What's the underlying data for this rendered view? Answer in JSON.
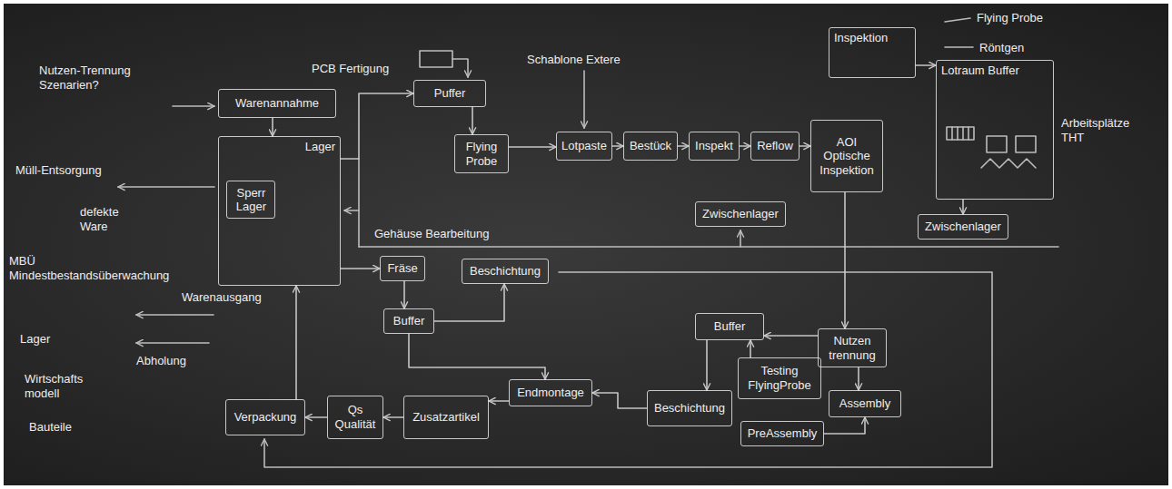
{
  "diagram": {
    "nodes": [
      {
        "text": [
          "Warenannahme"
        ]
      },
      {
        "text": [
          "Lager"
        ]
      },
      {
        "text": [
          "Sperr Lager"
        ],
        "in": 1
      },
      {
        "text": [
          "Puffer"
        ]
      },
      {
        "text": [
          "Flying Probe"
        ]
      },
      {
        "text": [
          "Lotpaste"
        ]
      },
      {
        "text": [
          "Bestück"
        ]
      },
      {
        "text": [
          "Inspekt"
        ]
      },
      {
        "text": [
          "Reflow"
        ]
      },
      {
        "text": [
          "AOI Optische Inspektion"
        ]
      },
      {
        "text": [
          "Zwischenlager"
        ]
      },
      {
        "text": [
          "Inspektion"
        ]
      },
      {
        "text": [
          "Lotraum Buffer"
        ]
      },
      {
        "text": [
          "Zwischenlager"
        ]
      },
      {
        "text": [
          "Fräse"
        ]
      },
      {
        "text": [
          "Beschichtung"
        ]
      },
      {
        "text": [
          "Buffer"
        ]
      },
      {
        "text": [
          "Endmontage"
        ]
      },
      {
        "text": [
          "Zusatzartikel"
        ]
      },
      {
        "text": [
          "Qs Qualität"
        ]
      },
      {
        "text": [
          "Verpackung"
        ]
      },
      {
        "text": [
          "Buffer"
        ]
      },
      {
        "text": [
          "Nutzen trennung"
        ]
      },
      {
        "text": [
          "Testing",
          "FlyingProbe"
        ]
      },
      {
        "text": [
          "Beschichtung"
        ]
      },
      {
        "text": [
          "Assembly"
        ]
      },
      {
        "text": [
          "PreAssembly"
        ]
      }
    ],
    "edges": [
      {
        "from": 0,
        "to": 1,
        "arrow": "to"
      },
      {
        "from": 1,
        "to": 3,
        "arrow": "to"
      },
      {
        "from": 3,
        "to": 4,
        "arrow": "to"
      },
      {
        "from": 4,
        "to": 5,
        "arrow": "to"
      },
      {
        "from": 5,
        "to": 6,
        "arrow": "to"
      },
      {
        "from": 6,
        "to": 7,
        "arrow": "to"
      },
      {
        "from": 7,
        "to": 8,
        "arrow": "to"
      },
      {
        "from": 8,
        "to": 9,
        "arrow": "to"
      },
      {
        "from": 9,
        "to": 22,
        "arrow": "to"
      },
      {
        "from": 11,
        "to": 12,
        "arrow": "to"
      },
      {
        "from": 12,
        "to": 13,
        "arrow": "to"
      },
      {
        "from": 1,
        "to": 14,
        "arrow": "to"
      },
      {
        "from": 14,
        "to": 16,
        "arrow": "to"
      },
      {
        "from": 16,
        "to": 15,
        "arrow": "to"
      },
      {
        "from": 16,
        "to": 17,
        "arrow": "to"
      },
      {
        "from": 17,
        "to": 18,
        "arrow": "to"
      },
      {
        "from": 18,
        "to": 19,
        "arrow": "to"
      },
      {
        "from": 19,
        "to": 20,
        "arrow": "to"
      },
      {
        "from": 20,
        "to": 1,
        "arrow": "to"
      },
      {
        "from": 22,
        "to": 25,
        "arrow": "to"
      },
      {
        "from": 22,
        "to": 21,
        "arrow": "to"
      },
      {
        "from": 21,
        "to": 24,
        "arrow": "to"
      },
      {
        "from": 23,
        "to": 21,
        "arrow": "to"
      },
      {
        "from": 26,
        "to": 25,
        "arrow": "to"
      },
      {
        "from": 24,
        "to": 17,
        "arrow": "to"
      }
    ],
    "labels": [
      "Nutzen-Trennung Szenarien?",
      "PCB Fertigung",
      "Schablone Extere",
      "Flying Probe",
      "Röntgen",
      "Arbeitsplätze THT",
      "Müll-Entsorgung",
      "defekte Ware",
      "Gehäuse Bearbeitung",
      "MBÜ Mindestbestandsüberwachung",
      "Warenausgang",
      "Lager",
      "Abholung",
      "Wirtschafts modell",
      "Bauteile"
    ]
  }
}
